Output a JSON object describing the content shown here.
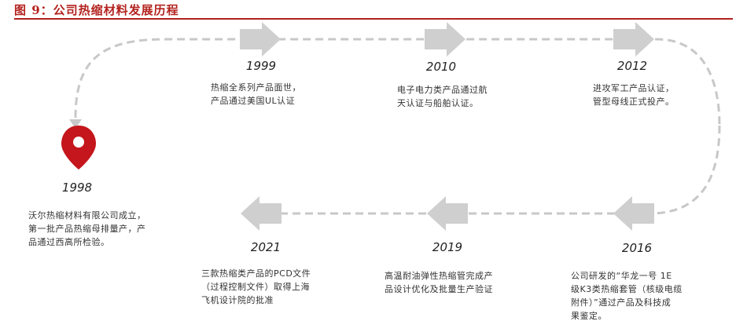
{
  "figure_title": "图 9：公司热缩材料发展历程",
  "milestones": [
    {
      "year": "1998",
      "desc": "沃尔热缩材料有限公司成立，\n第一批产品热缩母排量产，产\n品通过西高所检验。"
    },
    {
      "year": "1999",
      "desc": "热缩全系列产品面世，\n产品通过美国UL认证"
    },
    {
      "year": "2010",
      "desc": "电子电力类产品通过航\n天认证与船舶认证。"
    },
    {
      "year": "2012",
      "desc": "进攻军工产品认证，\n管型母线正式投产。"
    },
    {
      "year": "2016",
      "desc": "公司研发的“华龙一号 1E\n级K3类热缩套管（核级电缆\n附件）”通过产品及科技成\n果鉴定。"
    },
    {
      "year": "2019",
      "desc": "高温耐油弹性热缩管完成产\n品设计优化及批量生产验证"
    },
    {
      "year": "2021",
      "desc": "三款热缩类产品的PCD文件\n（过程控制文件）取得上海\n飞机设计院的批准"
    }
  ],
  "colors": {
    "accent": "#b3231f",
    "arrow": "#cfcfcf",
    "path": "#c8c8c8"
  }
}
